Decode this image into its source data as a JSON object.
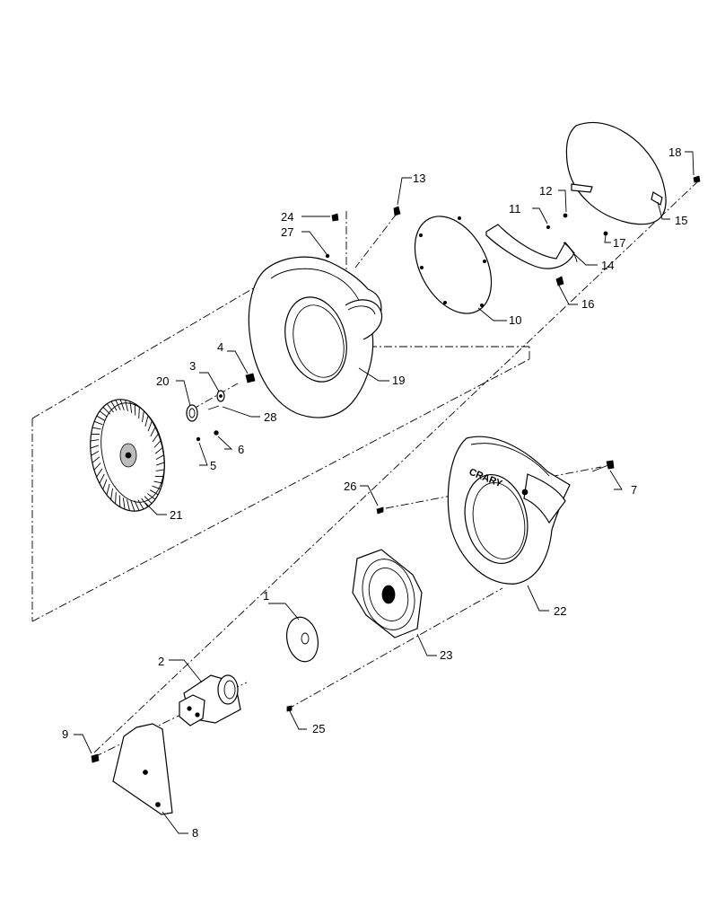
{
  "brand_label": "CRARY",
  "callouts": {
    "c1": "1",
    "c2": "2",
    "c3": "3",
    "c4": "4",
    "c5": "5",
    "c6": "6",
    "c7": "7",
    "c8": "8",
    "c9": "9",
    "c10": "10",
    "c11": "11",
    "c12": "12",
    "c13": "13",
    "c14": "14",
    "c15": "15",
    "c16": "16",
    "c17": "17",
    "c18": "18",
    "c19": "19",
    "c20": "20",
    "c21": "21",
    "c22": "22",
    "c23": "23",
    "c24": "24",
    "c25": "25",
    "c26": "26",
    "c27": "27",
    "c28": "28"
  }
}
